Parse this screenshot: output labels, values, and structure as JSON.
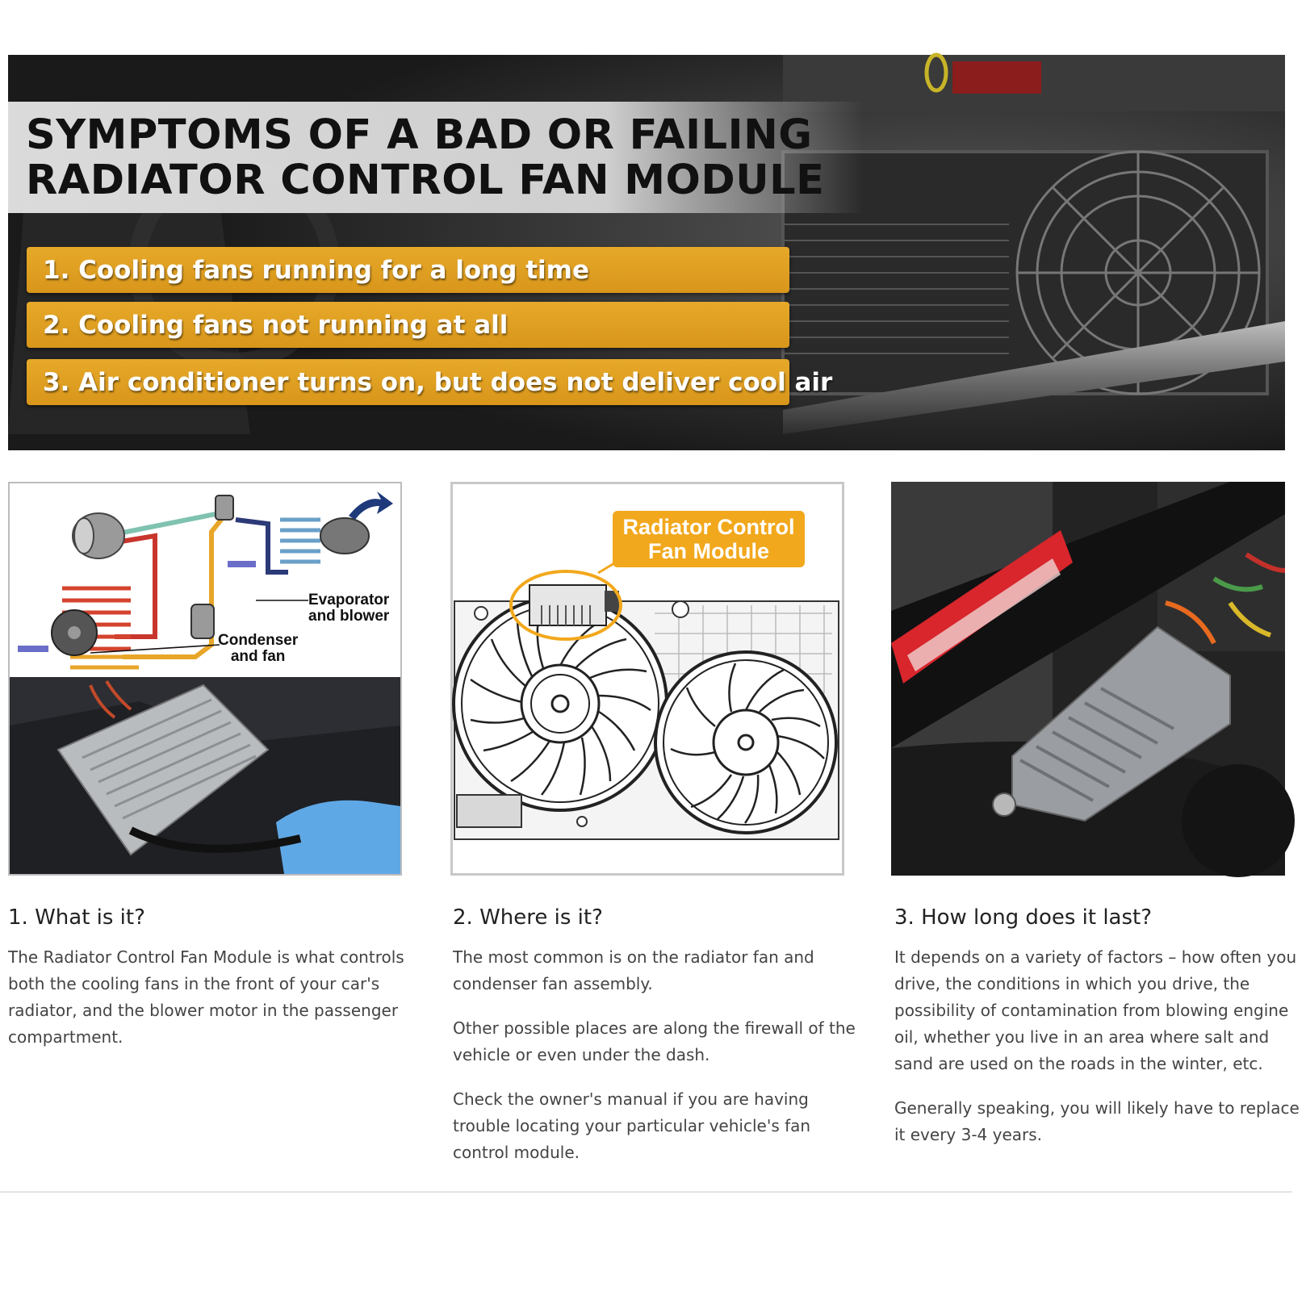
{
  "hero": {
    "title_line1": "SYMPTOMS OF A BAD OR FAILING",
    "title_line2": "RADIATOR CONTROL FAN MODULE",
    "symptoms": [
      "1. Cooling fans running for a long time",
      "2. Cooling fans not running at all",
      "3. Air conditioner turns on, but does not deliver cool air"
    ]
  },
  "panels": {
    "diagram_labels": {
      "evaporator": [
        "Evaporator",
        "and blower"
      ],
      "condenser": [
        "Condenser",
        "and fan"
      ]
    },
    "fan_callout": [
      "Radiator Control",
      "Fan Module"
    ]
  },
  "columns": [
    {
      "heading": "1. What is it?",
      "paragraphs": [
        "The Radiator Control Fan Module is what controls both the cooling fans in the front of your car's radiator, and the blower motor in the passenger compartment."
      ]
    },
    {
      "heading": "2. Where is it?",
      "paragraphs": [
        "The most common is on the radiator fan and condenser fan assembly.",
        "Other possible places are along the firewall of the vehicle or even under the dash.",
        "Check the owner's manual if you are having trouble locating your particular vehicle's fan control module."
      ]
    },
    {
      "heading": "3. How long does it last?",
      "paragraphs": [
        "It depends on a variety of factors – how often you drive, the conditions in which you drive, the possibility of contamination from blowing engine oil, whether you live in an area where salt and sand are used on the roads in the winter, etc.",
        "Generally speaking, you will likely have to replace it every 3-4 years."
      ]
    }
  ],
  "colors": {
    "accent_orange": "#e2a025",
    "title_band": "#dcdcdc",
    "hero_dark": "#1e1e1e"
  }
}
